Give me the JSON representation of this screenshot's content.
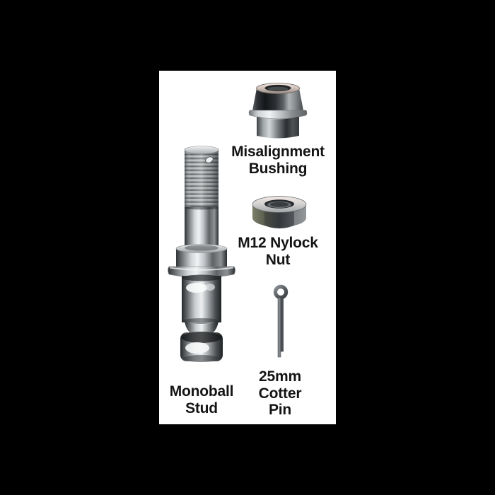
{
  "diagram": {
    "background_color": "#000000",
    "panel_color": "#ffffff",
    "text_color": "#141414"
  },
  "parts": {
    "bushing": {
      "image_name": "misalignment-bushing-image",
      "label_lines": [
        "Misalignment",
        "Bushing"
      ]
    },
    "nut": {
      "image_name": "m12-nylock-nut-image",
      "label_lines": [
        "M12 Nylock",
        "Nut"
      ]
    },
    "cotter_pin": {
      "image_name": "25mm-cotter-pin-image",
      "label_lines": [
        "25mm",
        "Cotter",
        "Pin"
      ]
    },
    "stud": {
      "image_name": "monoball-stud-image",
      "label_lines": [
        "Monoball",
        "Stud"
      ]
    }
  },
  "colors": {
    "steel_bright": "#f1f3f4",
    "steel_mid": "#8b9094",
    "steel_dark": "#26292c",
    "rim_warm_tint": "#f2e8e4",
    "nut_face_olive": "#6e7260",
    "nut_face_dark": "#35383c",
    "nut_face_light": "#8e9294",
    "pin_gray": "#5a5f63"
  }
}
